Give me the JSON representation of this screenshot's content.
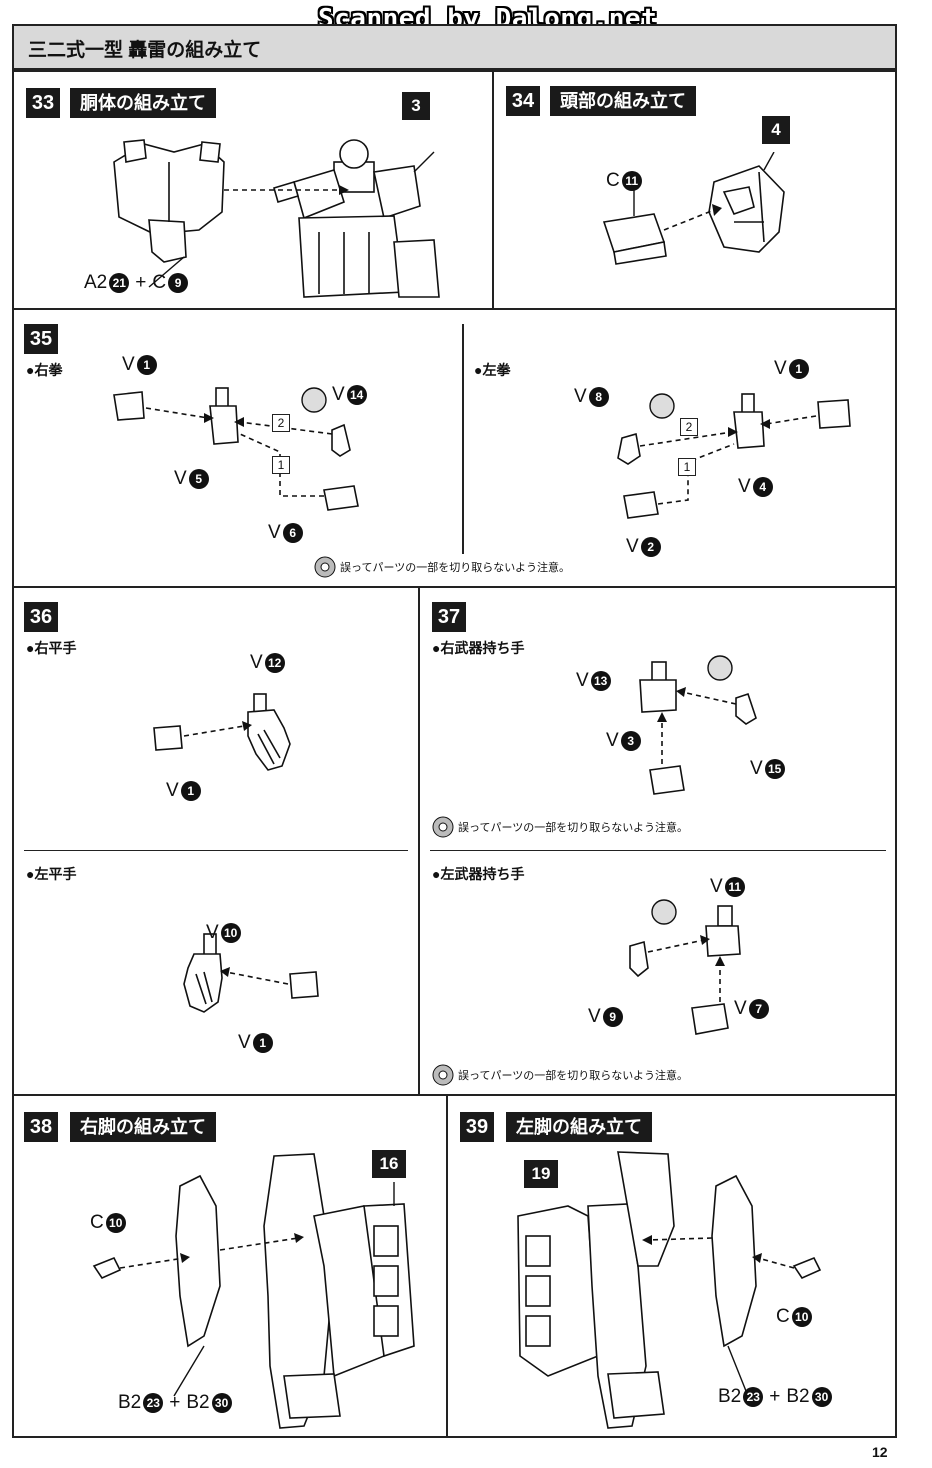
{
  "banner": "Scanned by Dalong.net",
  "header": {
    "title": "三二式一型 轟雷の組み立て"
  },
  "page_number": "12",
  "caution_text": "誤ってパーツの一部を切り取らないよう注意。",
  "steps": {
    "s33": {
      "num": "33",
      "title": "胴体の組み立て",
      "tag": "3",
      "ref": {
        "a": "A2",
        "a_num": "21",
        "b": "C",
        "b_num": "9"
      }
    },
    "s34": {
      "num": "34",
      "title": "頭部の組み立て",
      "tag": "4",
      "ref": {
        "a": "C",
        "a_num": "11"
      }
    },
    "s35": {
      "num": "35",
      "right_label": "●右拳",
      "left_label": "●左拳",
      "right": {
        "v1": "1",
        "v14": "14",
        "v5": "5",
        "v6": "6"
      },
      "left": {
        "v1": "1",
        "v8": "8",
        "v4": "4",
        "v2": "2"
      },
      "seq1": "1",
      "seq2": "2"
    },
    "s36": {
      "num": "36",
      "right_label": "●右平手",
      "left_label": "●左平手",
      "right": {
        "v12": "12",
        "v1": "1"
      },
      "left": {
        "v10": "10",
        "v1": "1"
      }
    },
    "s37": {
      "num": "37",
      "right_label": "●右武器持ち手",
      "left_label": "●左武器持ち手",
      "right": {
        "v13": "13",
        "v3": "3",
        "v15": "15"
      },
      "left": {
        "v11": "11",
        "v9": "9",
        "v7": "7"
      }
    },
    "s38": {
      "num": "38",
      "title": "右脚の組み立て",
      "tag": "16",
      "c_ref": {
        "a": "C",
        "a_num": "10"
      },
      "b_ref": {
        "a": "B2",
        "a_num": "23",
        "b": "B2",
        "b_num": "30"
      }
    },
    "s39": {
      "num": "39",
      "title": "左脚の組み立て",
      "tag": "19",
      "c_ref": {
        "a": "C",
        "a_num": "10"
      },
      "b_ref": {
        "a": "B2",
        "a_num": "23",
        "b": "B2",
        "b_num": "30"
      }
    }
  },
  "v_letter": "V",
  "plus": "+"
}
